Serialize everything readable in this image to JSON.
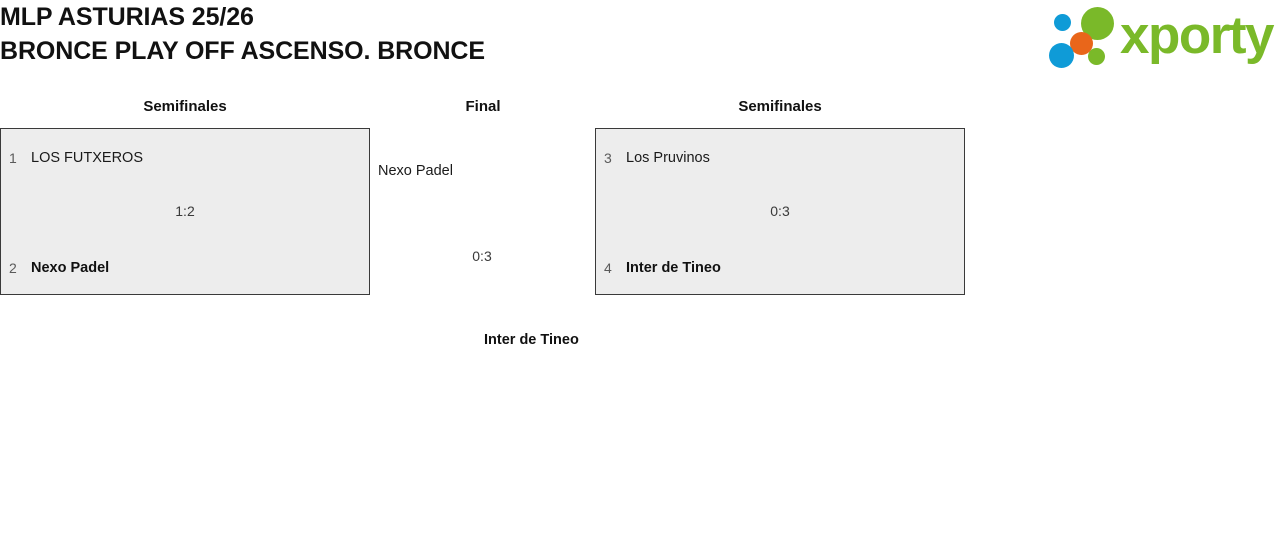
{
  "header": {
    "title_line1": "MLP ASTURIAS 25/26",
    "title_line2": "BRONCE PLAY OFF ASCENSO. BRONCE"
  },
  "logo": {
    "wordmark": "xporty",
    "green": "#7ab929",
    "blue": "#0f9bd7",
    "orange": "#e9661a"
  },
  "bracket": {
    "rounds": {
      "semifinal_left_label": "Semifinales",
      "final_label": "Final",
      "semifinal_right_label": "Semifinales"
    },
    "semifinal_left": {
      "top": {
        "seed": "1",
        "name": "LOS FUTXEROS",
        "winner": false
      },
      "bottom": {
        "seed": "2",
        "name": "Nexo Padel",
        "winner": true
      },
      "score": "1:2"
    },
    "semifinal_right": {
      "top": {
        "seed": "3",
        "name": "Los Pruvinos",
        "winner": false
      },
      "bottom": {
        "seed": "4",
        "name": "Inter de Tineo",
        "winner": true
      },
      "score": "0:3"
    },
    "final": {
      "top": {
        "name": "Nexo Padel",
        "winner": false
      },
      "bottom": {
        "name": "Inter de Tineo",
        "winner": true
      },
      "score": "0:3"
    }
  }
}
